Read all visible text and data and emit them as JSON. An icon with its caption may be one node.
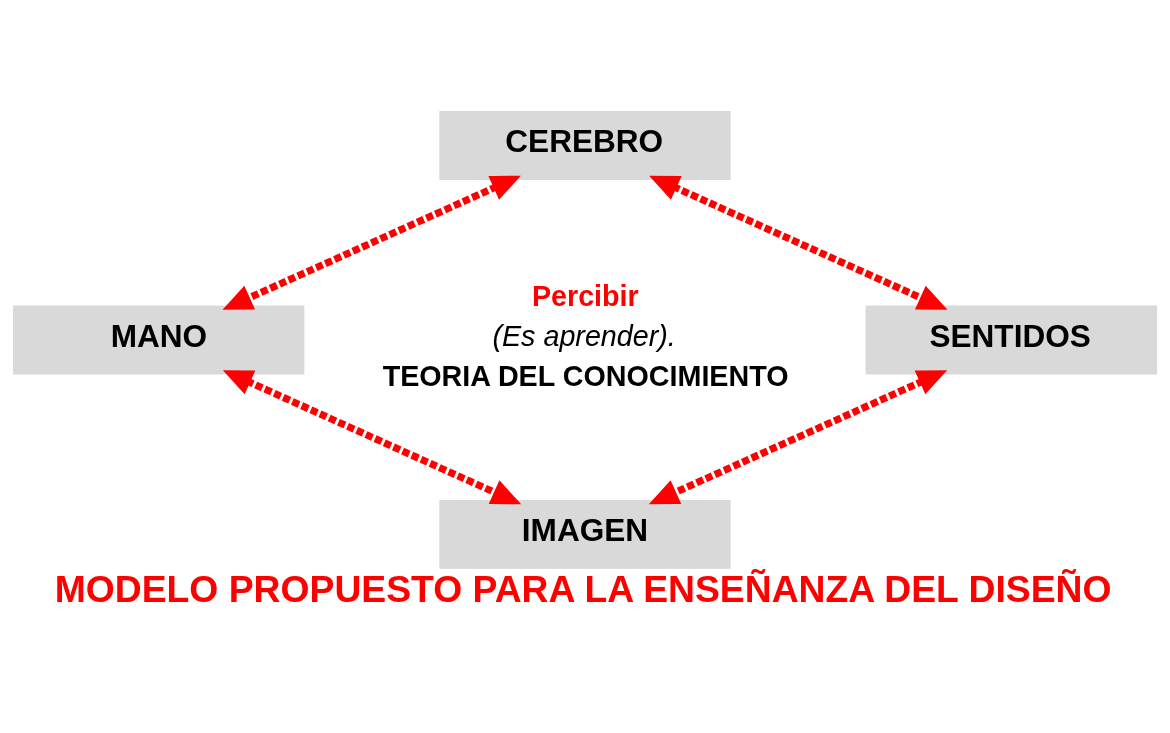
{
  "diagram": {
    "caption": "MODELO PROPUESTO PARA LA ENSEÑANZA DEL DISEÑO",
    "nodes": [
      {
        "text": [
          "CEREBRO"
        ]
      },
      {
        "text": [
          "MANO"
        ]
      },
      {
        "text": [
          "SENTIDOS"
        ]
      },
      {
        "text": [
          "IMAGEN"
        ]
      }
    ],
    "edges": [
      {
        "from": 0,
        "to": 1,
        "arrow": "both",
        "style": "dashed"
      },
      {
        "from": 0,
        "to": 2,
        "arrow": "both",
        "style": "dashed"
      },
      {
        "from": 1,
        "to": 3,
        "arrow": "both",
        "style": "dashed"
      },
      {
        "from": 2,
        "to": 3,
        "arrow": "both",
        "style": "dashed"
      }
    ],
    "labels": [
      "Percibir",
      "(Es aprender).",
      "TEORIA DEL CONOCIMIENTO"
    ]
  }
}
